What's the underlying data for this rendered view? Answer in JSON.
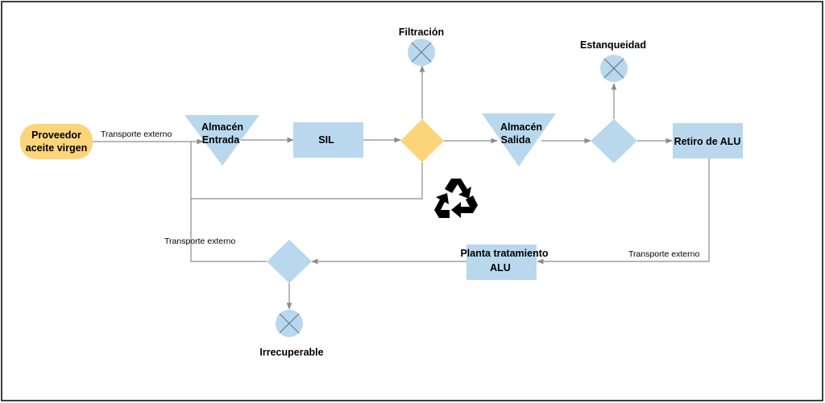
{
  "diagram": {
    "colors": {
      "process_blue": "#b9d8ee",
      "decision_orange": "#fcd57a",
      "start_orange": "#fcd57a",
      "connector": "#8c8c8c",
      "frame": "#000000"
    },
    "nodes": {
      "proveedor": {
        "line1": "Proveedor",
        "line2": "aceite virgen"
      },
      "almacen_entrada": {
        "line1": "Almacén",
        "line2": "Entrada"
      },
      "sil": {
        "label": "SIL"
      },
      "almacen_salida": {
        "line1": "Almacén",
        "line2": "Salida"
      },
      "retiro_alu": {
        "label": "Retiro de ALU"
      },
      "planta": {
        "line1": "Planta tratamiento",
        "line2": "ALU"
      },
      "filtracion": {
        "label": "Filtración"
      },
      "estanqueidad": {
        "label": "Estanqueidad"
      },
      "irrecuperable": {
        "label": "Irrecuperable"
      }
    },
    "edge_labels": {
      "transporte_top": "Transporte externo",
      "transporte_right": "Transporte externo",
      "transporte_left": "Transporte externo"
    },
    "icons": {
      "recycle": "recycle-icon",
      "terminal": "x-circle-icon"
    }
  }
}
